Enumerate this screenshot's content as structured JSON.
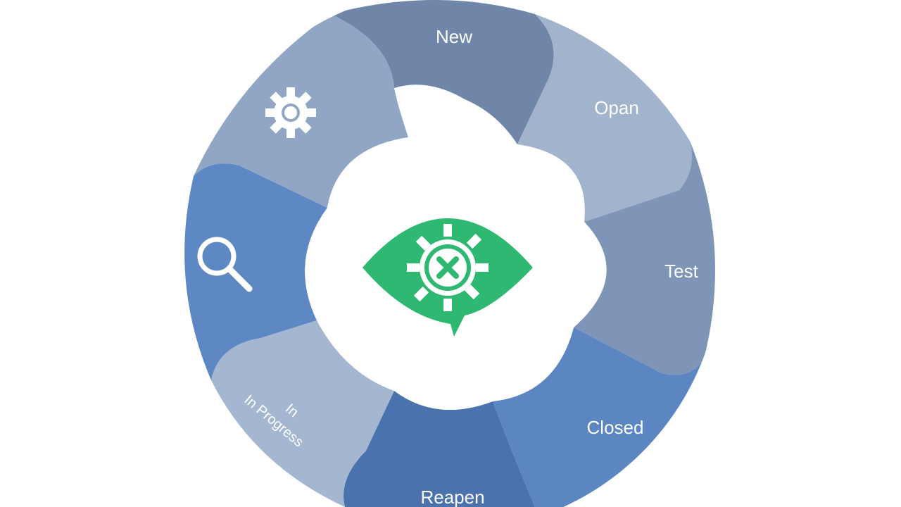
{
  "diagram": {
    "stages": [
      {
        "key": "new",
        "label": "New",
        "color": "#6f86a8"
      },
      {
        "key": "open",
        "label": "Opan",
        "color": "#a2b3cc"
      },
      {
        "key": "test",
        "label": "Test",
        "color": "#7e95b7"
      },
      {
        "key": "closed",
        "label": "Closed",
        "color": "#5b86c2"
      },
      {
        "key": "reopen",
        "label": "Reapen",
        "color": "#4a72ad"
      },
      {
        "key": "in-progress",
        "label_line1": "In",
        "label_line2": "In Progress",
        "color": "#a5b7d0"
      },
      {
        "key": "review",
        "label": "",
        "icon": "magnifier-icon",
        "color": "#5e88c4"
      },
      {
        "key": "settings",
        "label": "",
        "icon": "gear-icon",
        "color": "#91a6c4"
      }
    ],
    "center_icon": "bug-eye-icon",
    "center_color": "#2eb872"
  }
}
